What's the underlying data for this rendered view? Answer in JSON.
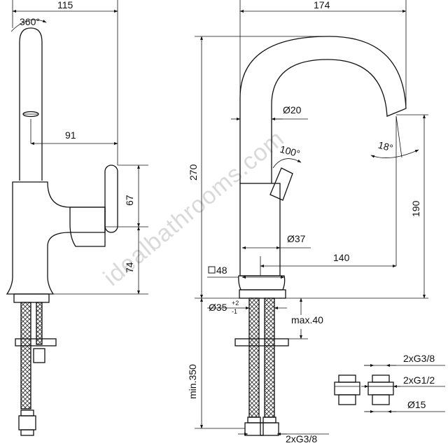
{
  "watermark": "idealbathrooms.com",
  "dims": {
    "width_left": "115",
    "rotation": "360°",
    "reach_left": "91",
    "handle_height": "67",
    "body_height": "74",
    "width_right": "174",
    "height_total": "270",
    "spout_dia": "Ø20",
    "angle_18": "18°",
    "lever_angle": "100°",
    "height_190": "190",
    "body_dia": "Ø37",
    "reach_right": "140",
    "base_square": "48",
    "hole_dia": "Ø35",
    "hole_tol_plus": "+2",
    "hole_tol_minus": "-1",
    "deck_max": "max.40",
    "hose_len": "min.350",
    "conn_top": "2xG3/8",
    "conn_mid": "2xG1/2",
    "pipe_dia": "Ø15",
    "conn_bottom": "2xG3/8"
  }
}
